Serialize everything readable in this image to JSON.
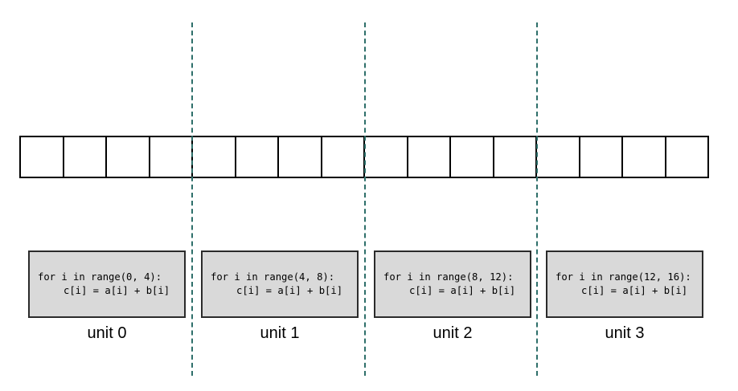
{
  "array": {
    "cell_count": 16
  },
  "divider_color": "#2e6f6a",
  "code_box_color": "#d9d9d9",
  "units": [
    {
      "code_line1": "for i in range(0, 4):",
      "code_line2": "c[i] = a[i] + b[i]",
      "label": "unit 0"
    },
    {
      "code_line1": "for i in range(4, 8):",
      "code_line2": "c[i] = a[i] + b[i]",
      "label": "unit 1"
    },
    {
      "code_line1": "for i in range(8, 12):",
      "code_line2": "c[i] = a[i] + b[i]",
      "label": "unit 2"
    },
    {
      "code_line1": "for i in range(12, 16):",
      "code_line2": "c[i] = a[i] + b[i]",
      "label": "unit 3"
    }
  ]
}
